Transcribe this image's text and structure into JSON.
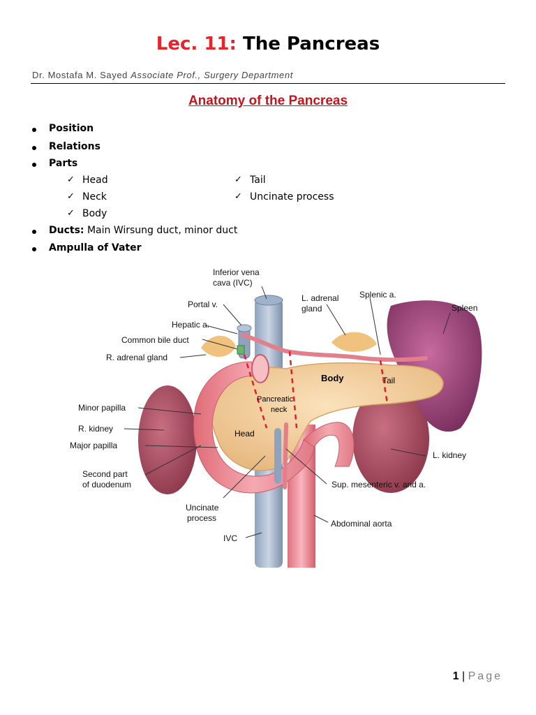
{
  "header": {
    "lecture": "Lec. 11:",
    "title": "The Pancreas",
    "author_name": "Dr. Mostafa M. Sayed",
    "author_role": "Associate Prof., Surgery Department"
  },
  "section_title": "Anatomy of the Pancreas",
  "bullets": {
    "position": "Position",
    "relations": "Relations",
    "parts": "Parts",
    "parts_list": [
      "Head",
      "Neck",
      "Body",
      "Tail",
      "Uncinate process"
    ],
    "ducts_label": "Ducts:",
    "ducts_text": " Main Wirsung duct, minor duct",
    "ampulla": "Ampulla of Vater"
  },
  "figure_labels": {
    "ivc_top_1": "Inferior vena",
    "ivc_top_2": "cava (IVC)",
    "portal": "Portal v.",
    "hepatic": "Hepatic a.",
    "cbd": "Common bile duct",
    "r_adrenal": "R. adrenal gland",
    "l_adrenal_1": "L. adrenal",
    "l_adrenal_2": "gland",
    "splenic": "Splenic a.",
    "spleen": "Spleen",
    "body": "Body",
    "tail": "Tail",
    "neck_1": "Pancreatic",
    "neck_2": "neck",
    "head": "Head",
    "minor_papilla": "Minor papilla",
    "r_kidney": "R. kidney",
    "major_papilla": "Major papilla",
    "second_part_1": "Second part",
    "second_part_2": "of duodenum",
    "l_kidney": "L. kidney",
    "sup_mes": "Sup. mesenteric v. and a.",
    "uncinate_1": "Uncinate",
    "uncinate_2": "process",
    "abd_aorta": "Abdominal aorta",
    "ivc_bottom": "IVC"
  },
  "colors": {
    "lecture_red": "#e4252b",
    "heading_red": "#c0171e"
  },
  "footer": {
    "page_number": "1",
    "separator": " | ",
    "page_word": "Page"
  }
}
